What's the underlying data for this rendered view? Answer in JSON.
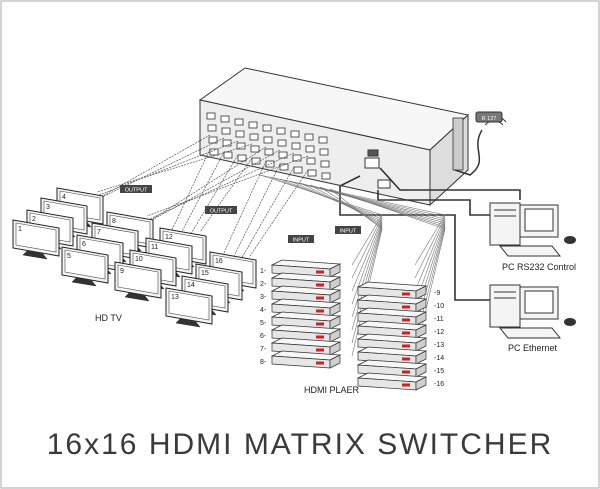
{
  "title": "16x16 HDMI MATRIX SWITCHER",
  "labels": {
    "hdtv": "HD TV",
    "hdmi_player": "HDMI PLAER",
    "pc_rs232": "PC RS232 Control",
    "pc_ethernet": "PC Ethernet",
    "output_tag_1": "OUTPUT",
    "output_tag_2": "OUTPUT",
    "input_tag_1": "INPUT",
    "input_tag_2": "INPUT",
    "antenna_tag": "R 127"
  },
  "tv_numbers": [
    "1",
    "2",
    "3",
    "4",
    "5",
    "6",
    "7",
    "8",
    "9",
    "10",
    "11",
    "12",
    "13",
    "14",
    "15",
    "16"
  ],
  "player_left_numbers": [
    "1",
    "2",
    "3",
    "4",
    "5",
    "6",
    "7",
    "8"
  ],
  "player_right_numbers": [
    "9",
    "10",
    "11",
    "12",
    "13",
    "14",
    "15",
    "16"
  ],
  "colors": {
    "line": "#333333",
    "title": "#3a3a3a",
    "fill": "#f2f2f2"
  }
}
